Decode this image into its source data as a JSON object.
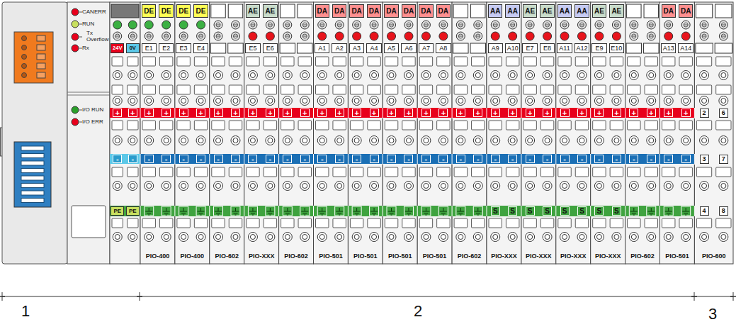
{
  "diagram": {
    "nodes": [
      {
        "text": [
          "CANERR",
          "RUN",
          "Tx Overflow",
          "Rx",
          "I/O RUN",
          "I/O ERR"
        ]
      },
      {
        "text": [
          "24V",
          "0V",
          "+",
          "+",
          "-",
          "-",
          "PE",
          "PE"
        ]
      },
      {
        "text": [
          "DE",
          "DE",
          "E1",
          "E2",
          "+",
          "+",
          "-",
          "-",
          "PIO-400"
        ]
      },
      {
        "text": [
          "DE",
          "DE",
          "E3",
          "E4",
          "+",
          "+",
          "-",
          "-",
          "PIO-400"
        ]
      },
      {
        "text": [
          "+",
          "+",
          "-",
          "-",
          "PIO-602"
        ]
      },
      {
        "text": [
          "AE",
          "AE",
          "E5",
          "E6",
          "+",
          "+",
          "-",
          "-",
          "PIO-XXX"
        ]
      },
      {
        "text": [
          "+",
          "+",
          "-",
          "-",
          "PIO-602"
        ]
      },
      {
        "text": [
          "DA",
          "DA",
          "A1",
          "A2",
          "+",
          "+",
          "-",
          "-",
          "PIO-501"
        ]
      },
      {
        "text": [
          "DA",
          "DA",
          "A3",
          "A4",
          "+",
          "+",
          "-",
          "-",
          "PIO-501"
        ]
      },
      {
        "text": [
          "DA",
          "DA",
          "A5",
          "A6",
          "+",
          "+",
          "-",
          "-",
          "PIO-501"
        ]
      },
      {
        "text": [
          "DA",
          "DA",
          "A7",
          "A8",
          "+",
          "+",
          "-",
          "-",
          "PIO-501"
        ]
      },
      {
        "text": [
          "+",
          "+",
          "-",
          "-",
          "PIO-602"
        ]
      },
      {
        "text": [
          "AA",
          "AA",
          "A9",
          "A10",
          "+",
          "+",
          "-",
          "-",
          "S",
          "S",
          "PIO-XXX"
        ]
      },
      {
        "text": [
          "AE",
          "AE",
          "E7",
          "E8",
          "+",
          "+",
          "-",
          "-",
          "S",
          "S",
          "PIO-XXX"
        ]
      },
      {
        "text": [
          "AA",
          "AA",
          "A11",
          "A12",
          "+",
          "+",
          "-",
          "-",
          "S",
          "S",
          "PIO-XXX"
        ]
      },
      {
        "text": [
          "AE",
          "AE",
          "E9",
          "E10",
          "+",
          "+",
          "-",
          "-",
          "S",
          "S",
          "PIO-XXX"
        ]
      },
      {
        "text": [
          "+",
          "+",
          "-",
          "-",
          "PIO-602"
        ]
      },
      {
        "text": [
          "DA",
          "DA",
          "A13",
          "A14",
          "+",
          "+",
          "-",
          "-",
          "PIO-501"
        ]
      },
      {
        "text": [
          "2",
          "6",
          "3",
          "7",
          "4",
          "8",
          "PIO-600"
        ]
      }
    ],
    "labels": [
      "1",
      "2",
      "3"
    ]
  }
}
